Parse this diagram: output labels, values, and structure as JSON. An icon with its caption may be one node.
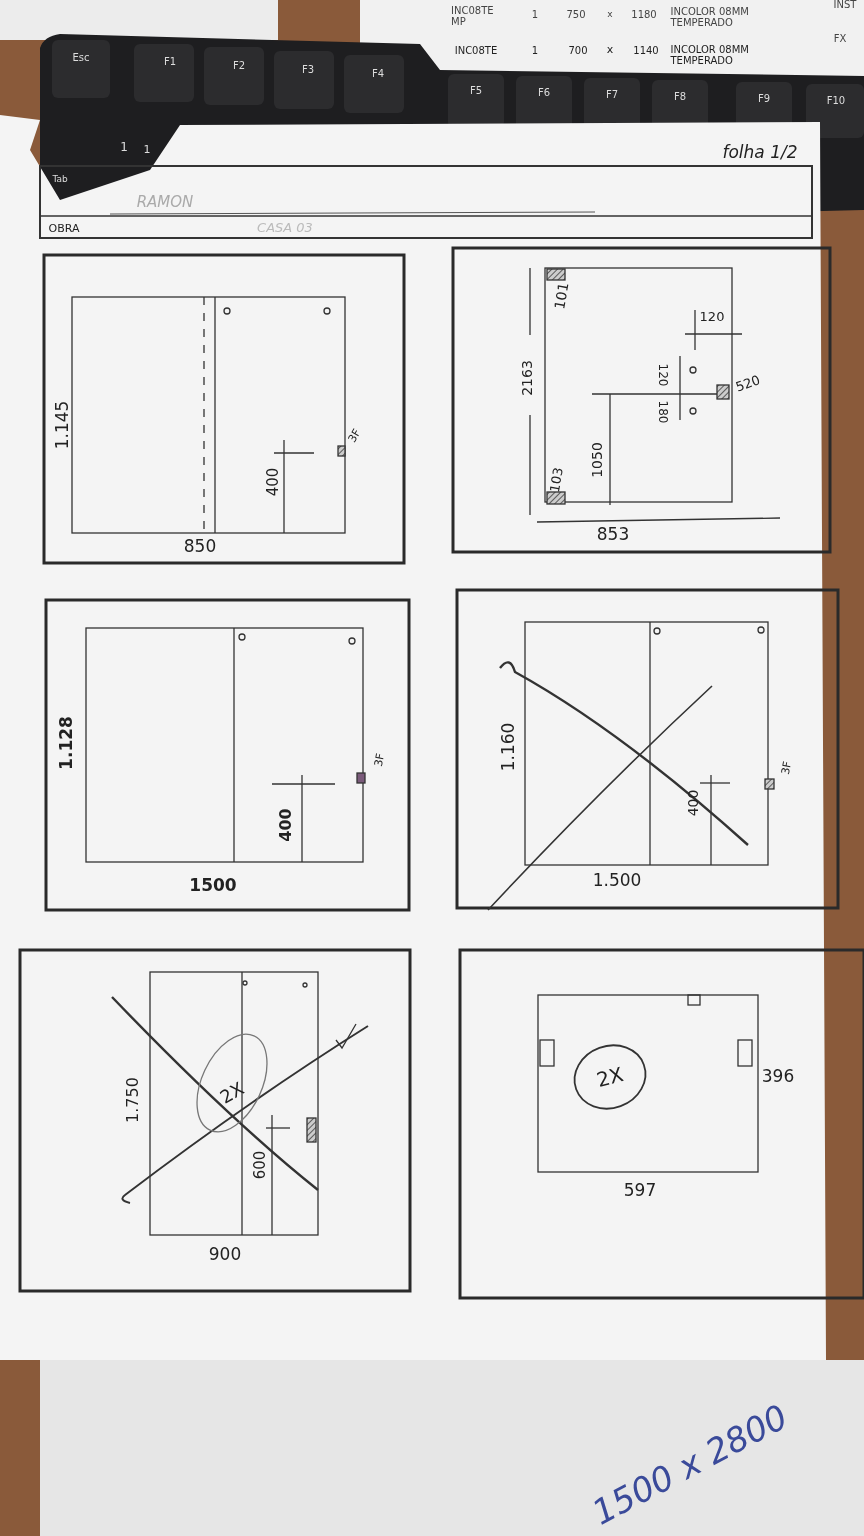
{
  "diagram": {
    "labels": [
      "INC08TE MP",
      "1",
      "750",
      "x",
      "1180",
      "INCOLOR 08MM TEMPERADO",
      "INST",
      "INC08TE",
      "1",
      "700",
      "x",
      "1140",
      "INCOLOR 08MM TEMPERADO",
      "FX",
      "Esc",
      "F1",
      "F2",
      "F3",
      "F4",
      "F5",
      "F6",
      "F7",
      "F8",
      "F9",
      "F10",
      "1",
      "1",
      "Tab",
      "folha 1/2",
      "RAMON",
      "OBRA",
      "CASA 03",
      "1.145",
      "400",
      "3F",
      "850",
      "101",
      "2163",
      "120",
      "120",
      "180",
      "520",
      "103",
      "1050",
      "853",
      "1.128",
      "400",
      "3F",
      "1500",
      "1.160",
      "400",
      "3F",
      "1.500",
      "1.750",
      "2X",
      "600",
      "900",
      "2X",
      "396",
      "597",
      "1500 x 2800"
    ]
  }
}
